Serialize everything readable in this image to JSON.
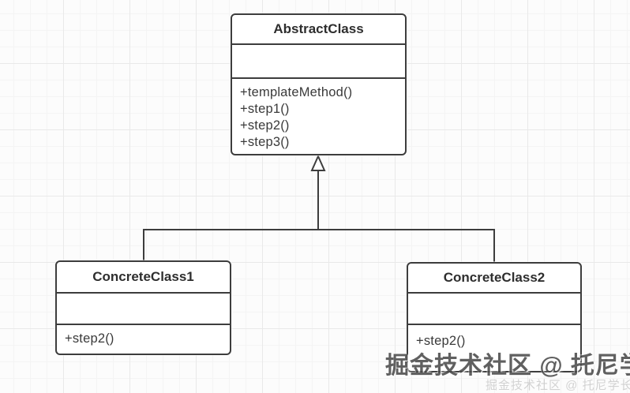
{
  "diagram": {
    "type": "uml-class-diagram",
    "classes": [
      {
        "name": "AbstractClass",
        "attributes": [],
        "methods": [
          "+templateMethod()",
          "+step1()",
          "+step2()",
          "+step3()"
        ]
      },
      {
        "name": "ConcreteClass1",
        "attributes": [],
        "methods": [
          "+step2()"
        ]
      },
      {
        "name": "ConcreteClass2",
        "attributes": [],
        "methods": [
          "+step2()"
        ]
      }
    ],
    "relations": [
      {
        "from": "ConcreteClass1",
        "to": "AbstractClass",
        "type": "generalization"
      },
      {
        "from": "ConcreteClass2",
        "to": "AbstractClass",
        "type": "generalization"
      }
    ]
  },
  "watermark": {
    "text": "掘金技术社区 @ 托尼学长",
    "faint_text": "掘金技术社区 @ 托尼学长"
  },
  "colors": {
    "stroke": "#3d3d3d",
    "box_fill": "#ffffff",
    "background": "#fcfcfc",
    "grid_minor": "#f4f4f4",
    "grid_major": "#e9e9e9",
    "watermark": "#4b4b4b"
  }
}
